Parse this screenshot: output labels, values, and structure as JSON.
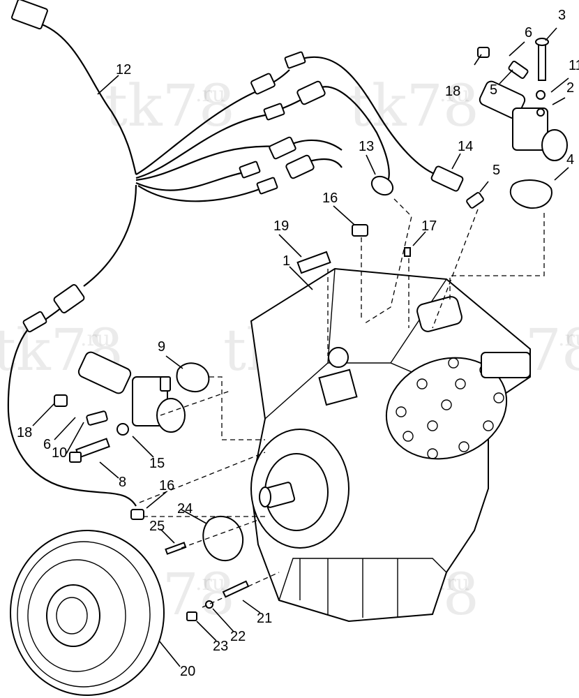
{
  "watermark": {
    "text": "tk78",
    "suffix": ".ru"
  },
  "callouts": [
    {
      "id": "c1",
      "label": "1"
    },
    {
      "id": "c2",
      "label": "2"
    },
    {
      "id": "c3",
      "label": "3"
    },
    {
      "id": "c4",
      "label": "4"
    },
    {
      "id": "c5a",
      "label": "5"
    },
    {
      "id": "c5b",
      "label": "5"
    },
    {
      "id": "c6a",
      "label": "6"
    },
    {
      "id": "c6b",
      "label": "6"
    },
    {
      "id": "c8",
      "label": "8"
    },
    {
      "id": "c9",
      "label": "9"
    },
    {
      "id": "c10",
      "label": "10"
    },
    {
      "id": "c11",
      "label": "11"
    },
    {
      "id": "c12",
      "label": "12"
    },
    {
      "id": "c13",
      "label": "13"
    },
    {
      "id": "c14",
      "label": "14"
    },
    {
      "id": "c15",
      "label": "15"
    },
    {
      "id": "c16a",
      "label": "16"
    },
    {
      "id": "c16b",
      "label": "16"
    },
    {
      "id": "c17",
      "label": "17"
    },
    {
      "id": "c18a",
      "label": "18"
    },
    {
      "id": "c18b",
      "label": "18"
    },
    {
      "id": "c19",
      "label": "19"
    },
    {
      "id": "c20",
      "label": "20"
    },
    {
      "id": "c21",
      "label": "21"
    },
    {
      "id": "c22",
      "label": "22"
    },
    {
      "id": "c23",
      "label": "23"
    },
    {
      "id": "c24",
      "label": "24"
    },
    {
      "id": "c25",
      "label": "25"
    }
  ]
}
